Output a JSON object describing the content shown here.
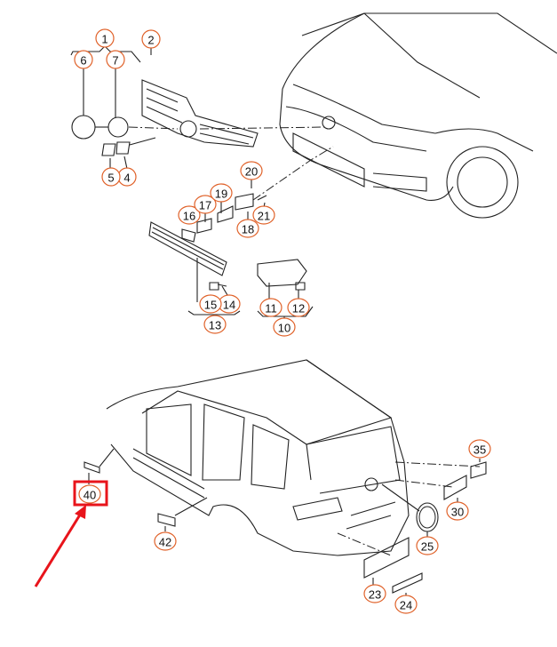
{
  "diagram": {
    "callouts": [
      "1",
      "2",
      "4",
      "5",
      "6",
      "7",
      "10",
      "11",
      "12",
      "13",
      "14",
      "15",
      "16",
      "17",
      "18",
      "19",
      "20",
      "21",
      "23",
      "24",
      "25",
      "30",
      "35",
      "40",
      "42"
    ],
    "highlighted_callout": "40",
    "colors": {
      "callout_ring": "#e0622a",
      "highlight": "#e8141b",
      "lines": "#222222"
    }
  }
}
